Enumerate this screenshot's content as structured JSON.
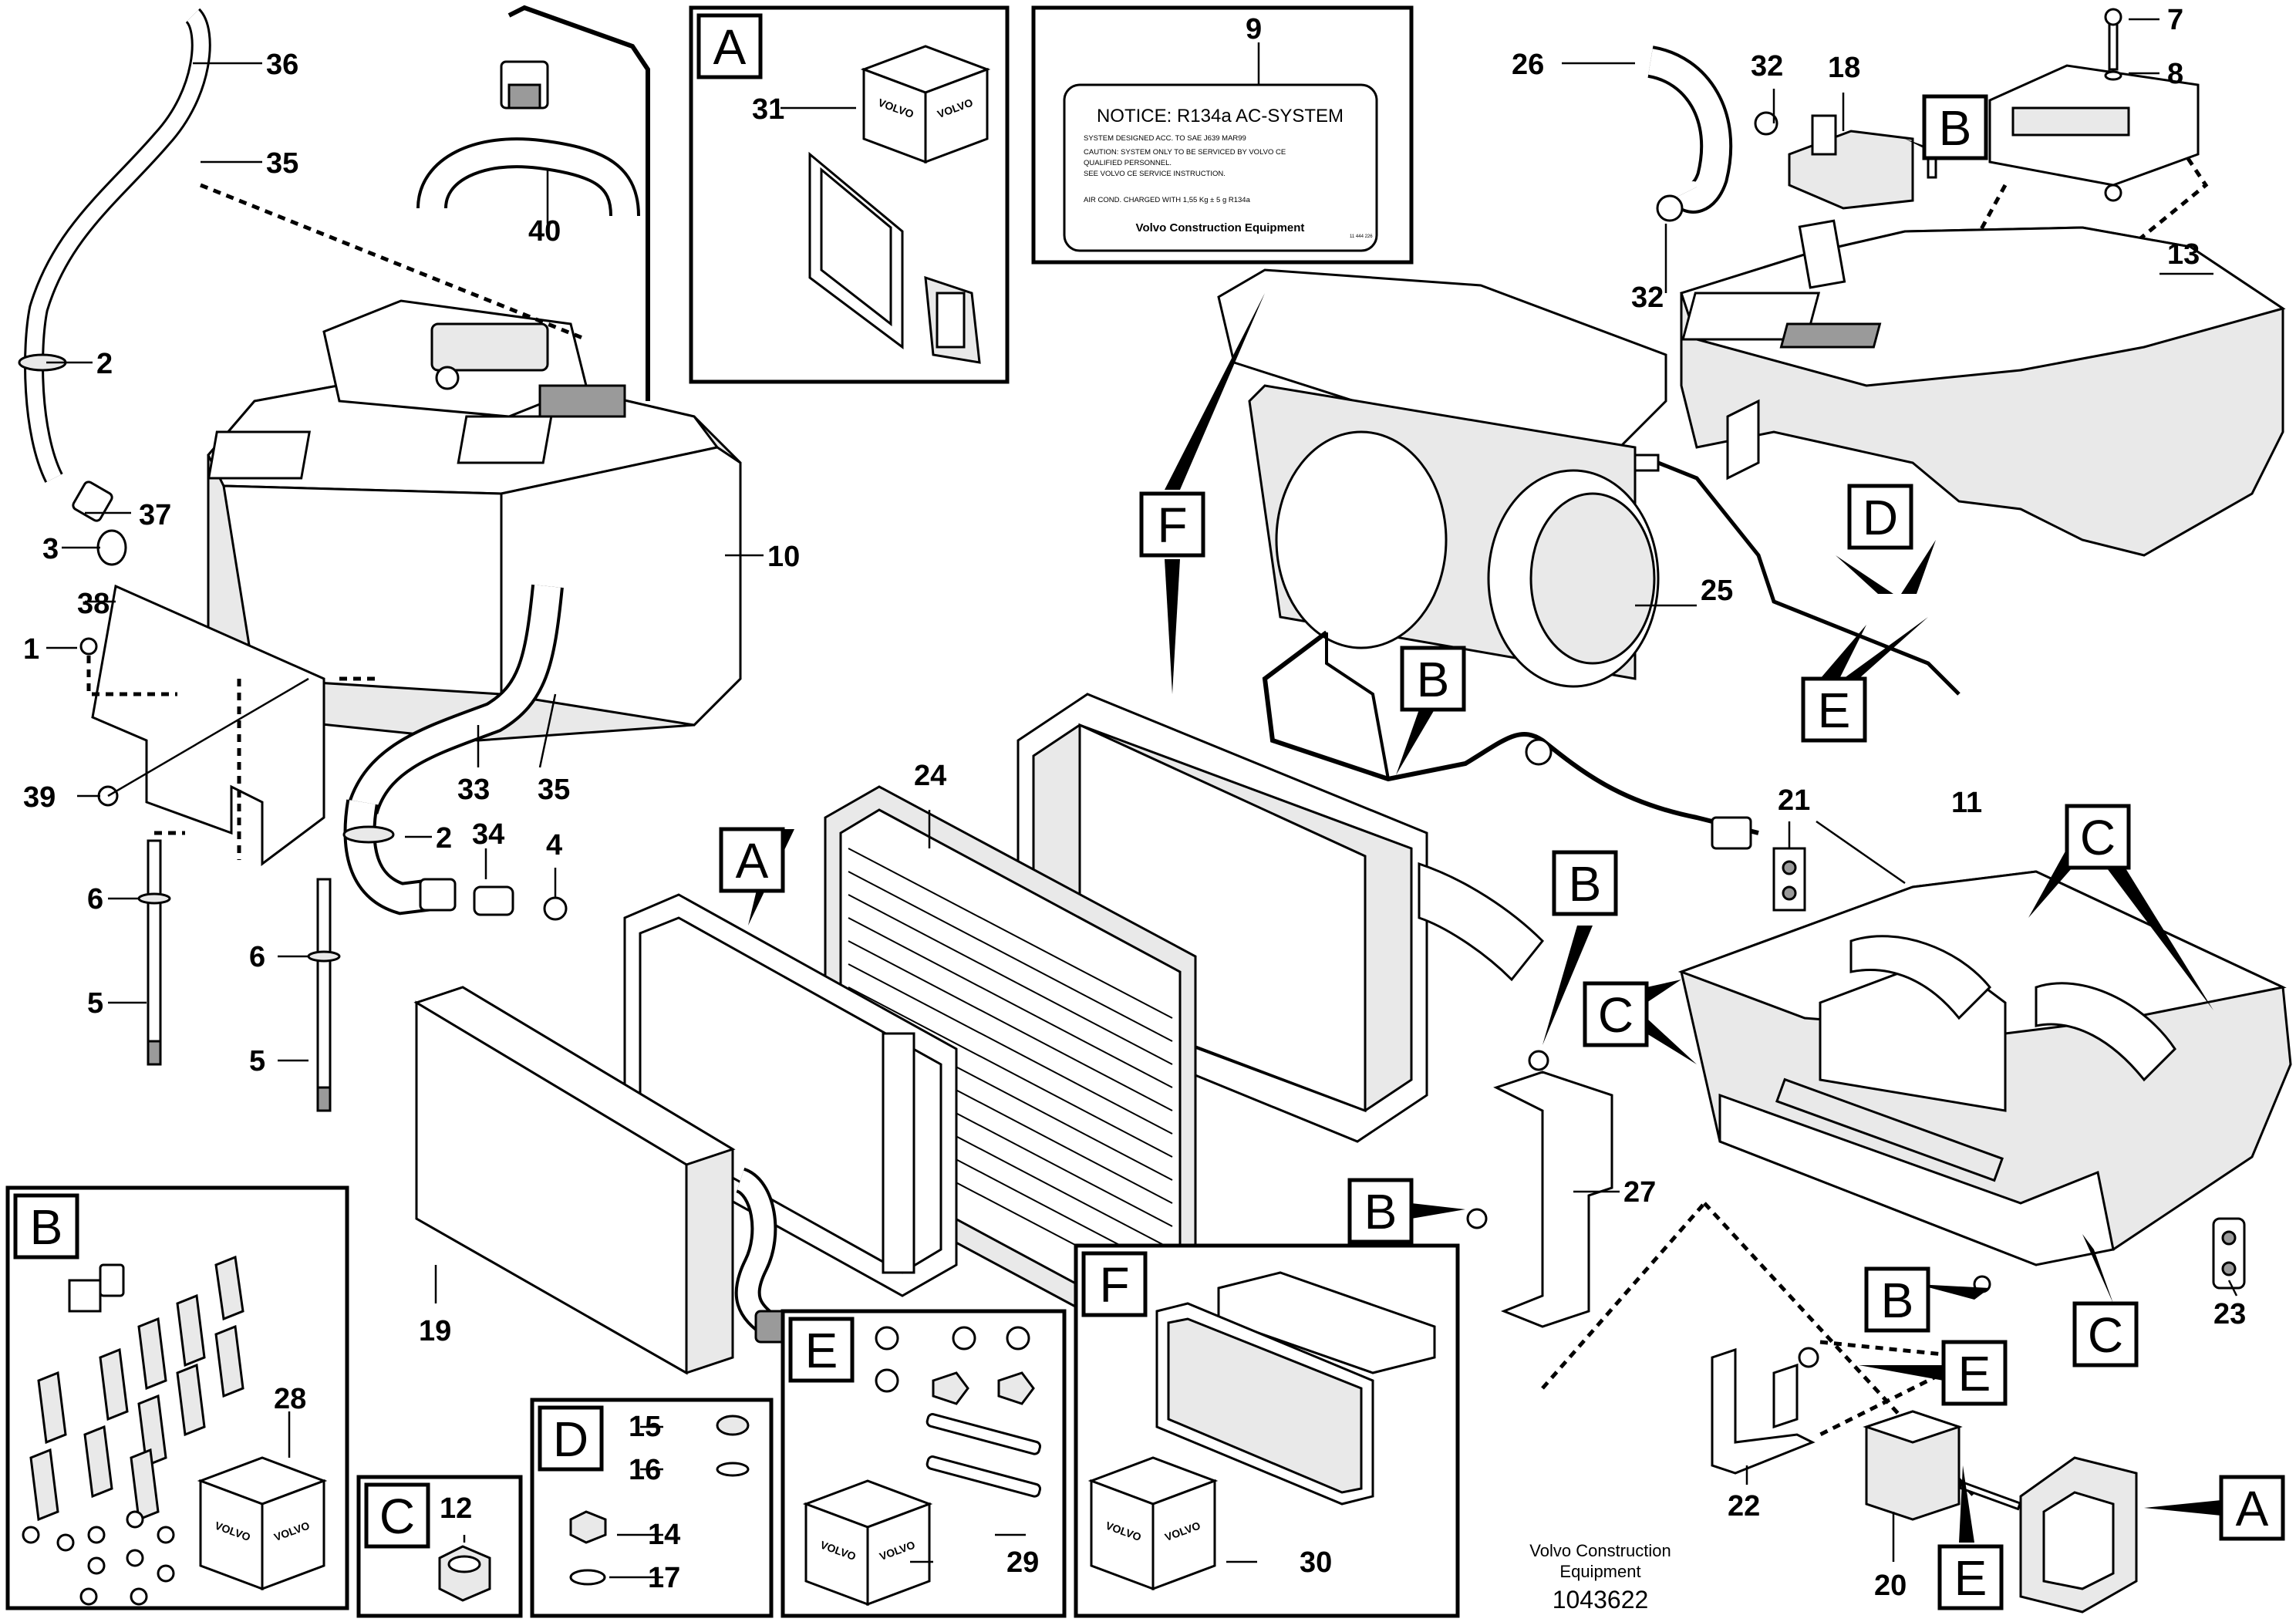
{
  "diagram": {
    "callouts": {
      "c1": "1",
      "c2a": "2",
      "c2b": "2",
      "c3": "3",
      "c4": "4",
      "c5a": "5",
      "c5b": "5",
      "c6a": "6",
      "c6b": "6",
      "c7": "7",
      "c8": "8",
      "c9": "9",
      "c10": "10",
      "c11": "11",
      "c12": "12",
      "c13": "13",
      "c14": "14",
      "c15": "15",
      "c16": "16",
      "c17": "17",
      "c18": "18",
      "c19": "19",
      "c20": "20",
      "c21": "21",
      "c22": "22",
      "c23": "23",
      "c24": "24",
      "c25": "25",
      "c26": "26",
      "c27": "27",
      "c28": "28",
      "c29": "29",
      "c30": "30",
      "c31": "31",
      "c32a": "32",
      "c32b": "32",
      "c33": "33",
      "c34": "34",
      "c35a": "35",
      "c35b": "35",
      "c36": "36",
      "c37": "37",
      "c38": "38",
      "c39": "39",
      "c40": "40"
    },
    "letters": {
      "A": "A",
      "B": "B",
      "C": "C",
      "D": "D",
      "E": "E",
      "F": "F"
    },
    "notice": {
      "title": "NOTICE: R134a AC-SYSTEM",
      "line1": "SYSTEM DESIGNED ACC. TO SAE J639 MAR99",
      "line2": "CAUTION: SYSTEM ONLY TO BE SERVICED BY VOLVO CE",
      "line3": "QUALIFIED PERSONNEL.",
      "line4": "SEE VOLVO CE SERVICE INSTRUCTION.",
      "line5": "AIR COND. CHARGED WITH 1,55 Kg ± 5 g R134a",
      "brand": "Volvo Construction Equipment",
      "code": "11 444 226"
    },
    "cube_brand": "VOLVO",
    "footer": {
      "line1": "Volvo Construction",
      "line2": "Equipment",
      "number": "1043622"
    }
  }
}
